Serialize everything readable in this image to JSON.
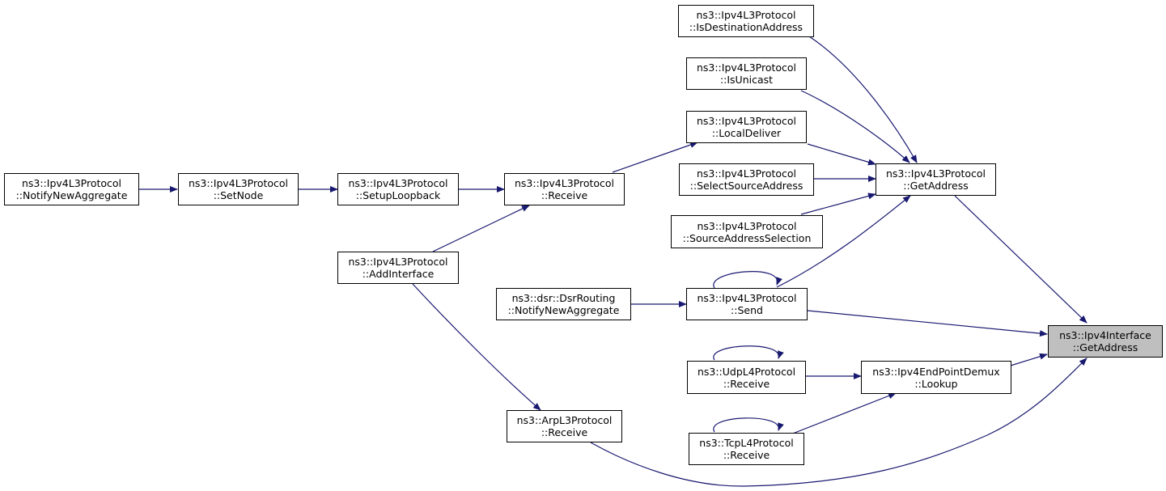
{
  "colors": {
    "edge": "#191970",
    "node_border": "#000000",
    "node_fill": "#ffffff",
    "highlight_fill": "#bfbfbf"
  },
  "nodes": {
    "n_isdest": {
      "line1": "ns3::Ipv4L3Protocol",
      "line2": "::IsDestinationAddress"
    },
    "n_isunicast": {
      "line1": "ns3::Ipv4L3Protocol",
      "line2": "::IsUnicast"
    },
    "n_localdel": {
      "line1": "ns3::Ipv4L3Protocol",
      "line2": "::LocalDeliver"
    },
    "n_selsrc": {
      "line1": "ns3::Ipv4L3Protocol",
      "line2": "::SelectSourceAddress"
    },
    "n_srcsel": {
      "line1": "ns3::Ipv4L3Protocol",
      "line2": "::SourceAddressSelection"
    },
    "n_getaddr": {
      "line1": "ns3::Ipv4L3Protocol",
      "line2": "::GetAddress"
    },
    "n_notify": {
      "line1": "ns3::Ipv4L3Protocol",
      "line2": "::NotifyNewAggregate"
    },
    "n_setnode": {
      "line1": "ns3::Ipv4L3Protocol",
      "line2": "::SetNode"
    },
    "n_setuplb": {
      "line1": "ns3::Ipv4L3Protocol",
      "line2": "::SetupLoopback"
    },
    "n_receive": {
      "line1": "ns3::Ipv4L3Protocol",
      "line2": "::Receive"
    },
    "n_addif": {
      "line1": "ns3::Ipv4L3Protocol",
      "line2": "::AddInterface"
    },
    "n_dsr": {
      "line1": "ns3::dsr::DsrRouting",
      "line2": "::NotifyNewAggregate"
    },
    "n_send": {
      "line1": "ns3::Ipv4L3Protocol",
      "line2": "::Send"
    },
    "n_ifaddr": {
      "line1": "ns3::Ipv4Interface",
      "line2": "::GetAddress"
    },
    "n_udp": {
      "line1": "ns3::UdpL4Protocol",
      "line2": "::Receive"
    },
    "n_demux": {
      "line1": "ns3::Ipv4EndPointDemux",
      "line2": "::Lookup"
    },
    "n_arp": {
      "line1": "ns3::ArpL3Protocol",
      "line2": "::Receive"
    },
    "n_tcp": {
      "line1": "ns3::TcpL4Protocol",
      "line2": "::Receive"
    }
  }
}
